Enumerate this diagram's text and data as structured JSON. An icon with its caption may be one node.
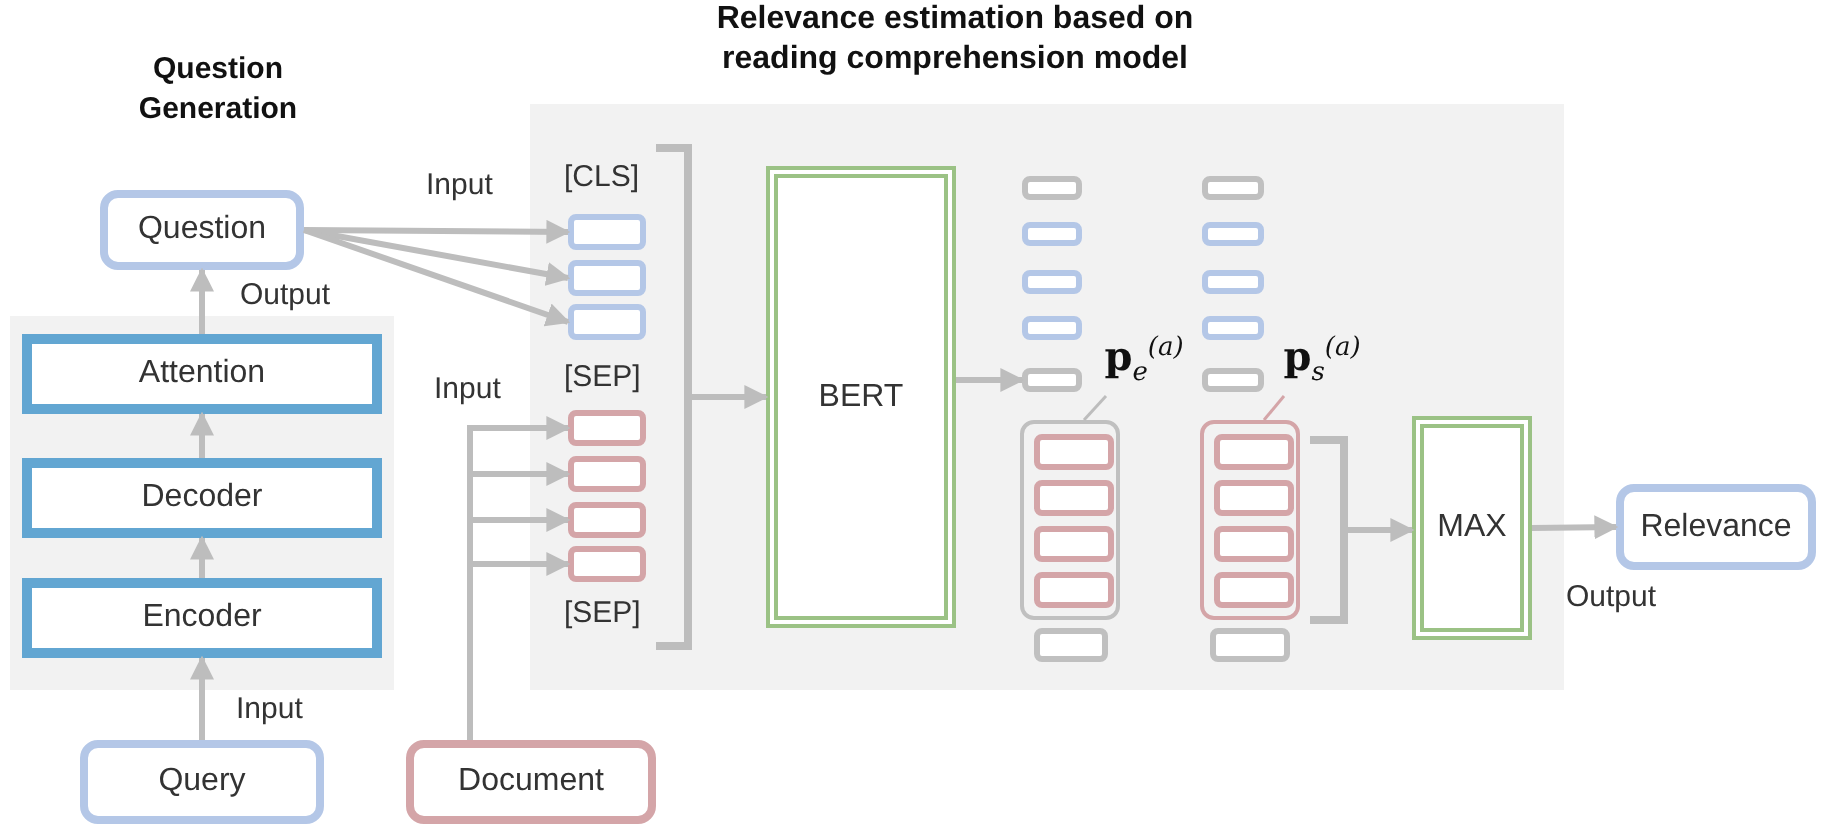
{
  "diagram": {
    "nodes": [
      {
        "text": [],
        "shape": "box"
      },
      {
        "text": [
          "Relevance estimation based on reading comprehension model"
        ]
      },
      {
        "text": [
          "Question"
        ]
      },
      {
        "text": [
          "Attention"
        ],
        "in": 0
      },
      {
        "text": [
          "Decoder"
        ],
        "in": 0
      },
      {
        "text": [
          "Encoder"
        ],
        "in": 0
      },
      {
        "text": [],
        "shape": "box",
        "in": 1
      },
      {
        "text": [],
        "shape": "box",
        "in": 1
      },
      {
        "text": [],
        "shape": "box",
        "in": 1
      },
      {
        "text": [],
        "shape": "box",
        "in": 1
      },
      {
        "text": [],
        "shape": "box",
        "in": 1
      },
      {
        "text": [],
        "shape": "box",
        "in": 1
      },
      {
        "text": [],
        "shape": "box",
        "in": 1
      },
      {
        "text": [
          "BERT"
        ],
        "in": 1
      },
      {
        "text": [],
        "shape": "box",
        "in": 1
      },
      {
        "text": [],
        "shape": "box",
        "in": 1
      },
      {
        "text": [],
        "shape": "box",
        "in": 1
      },
      {
        "text": [],
        "shape": "box",
        "in": 1
      },
      {
        "text": [],
        "shape": "box",
        "in": 1
      },
      {
        "text": [],
        "shape": "box",
        "in": 1
      },
      {
        "text": [],
        "shape": "box",
        "in": 19
      },
      {
        "text": [],
        "shape": "box",
        "in": 19
      },
      {
        "text": [],
        "shape": "box",
        "in": 19
      },
      {
        "text": [],
        "shape": "box",
        "in": 19
      },
      {
        "text": [],
        "shape": "box",
        "in": 1
      },
      {
        "text": [
          "**p**$_{e}$$^{(a)}$"
        ],
        "in": 1
      },
      {
        "text": [],
        "shape": "box",
        "in": 1
      },
      {
        "text": [],
        "shape": "box",
        "in": 1
      },
      {
        "text": [],
        "shape": "box",
        "in": 1
      },
      {
        "text": [],
        "shape": "box",
        "in": 1
      },
      {
        "text": [],
        "shape": "box",
        "in": 1
      },
      {
        "text": [],
        "shape": "box",
        "in": 1
      },
      {
        "text": [],
        "shape": "box",
        "in": 31
      },
      {
        "text": [],
        "shape": "box",
        "in": 31
      },
      {
        "text": [],
        "shape": "box",
        "in": 31
      },
      {
        "text": [],
        "shape": "box",
        "in": 31
      },
      {
        "text": [],
        "shape": "box",
        "in": 1
      },
      {
        "text": [
          "**p**$_{s}$$^{(a)}$"
        ],
        "in": 1
      },
      {
        "text": [
          "MAX"
        ],
        "in": 1
      },
      {
        "text": [
          "Relevance"
        ]
      },
      {
        "text": [
          "Query"
        ]
      },
      {
        "text": [
          "Document"
        ]
      },
      {
        "text": [],
        "shape": "bracket",
        "in": 1
      },
      {
        "text": [],
        "shape": "bracket",
        "in": 1
      }
    ],
    "edges": [
      {
        "from": 40,
        "to": 5,
        "arrow": "to"
      },
      {
        "from": 5,
        "to": 4,
        "arrow": "to"
      },
      {
        "from": 4,
        "to": 3,
        "arrow": "to"
      },
      {
        "from": 3,
        "to": 2,
        "arrow": "to"
      },
      {
        "from": 2,
        "to": 6,
        "arrow": "to"
      },
      {
        "from": 2,
        "to": 7,
        "arrow": "to"
      },
      {
        "from": 2,
        "to": 8,
        "arrow": "to"
      },
      {
        "from": 41,
        "to": 9,
        "arrow": "to"
      },
      {
        "from": 41,
        "to": 10,
        "arrow": "to"
      },
      {
        "from": 41,
        "to": 11,
        "arrow": "to"
      },
      {
        "from": 41,
        "to": 12,
        "arrow": "to"
      },
      {
        "from": 42,
        "to": 13,
        "arrow": "to"
      },
      {
        "from": 13,
        "to": 18,
        "arrow": "to"
      },
      {
        "from": 25,
        "to": 19,
        "arrow": "none"
      },
      {
        "from": 37,
        "to": 31,
        "arrow": "none",
        "color": "#d4a5a8"
      },
      {
        "from": 43,
        "to": 38,
        "arrow": "to"
      },
      {
        "from": 38,
        "to": 39,
        "arrow": "to"
      }
    ],
    "labels": [
      "Question Generation",
      "Input",
      "[CLS]",
      "Output",
      "Input",
      "[SEP]",
      "[SEP]",
      "Output",
      "Input"
    ]
  }
}
